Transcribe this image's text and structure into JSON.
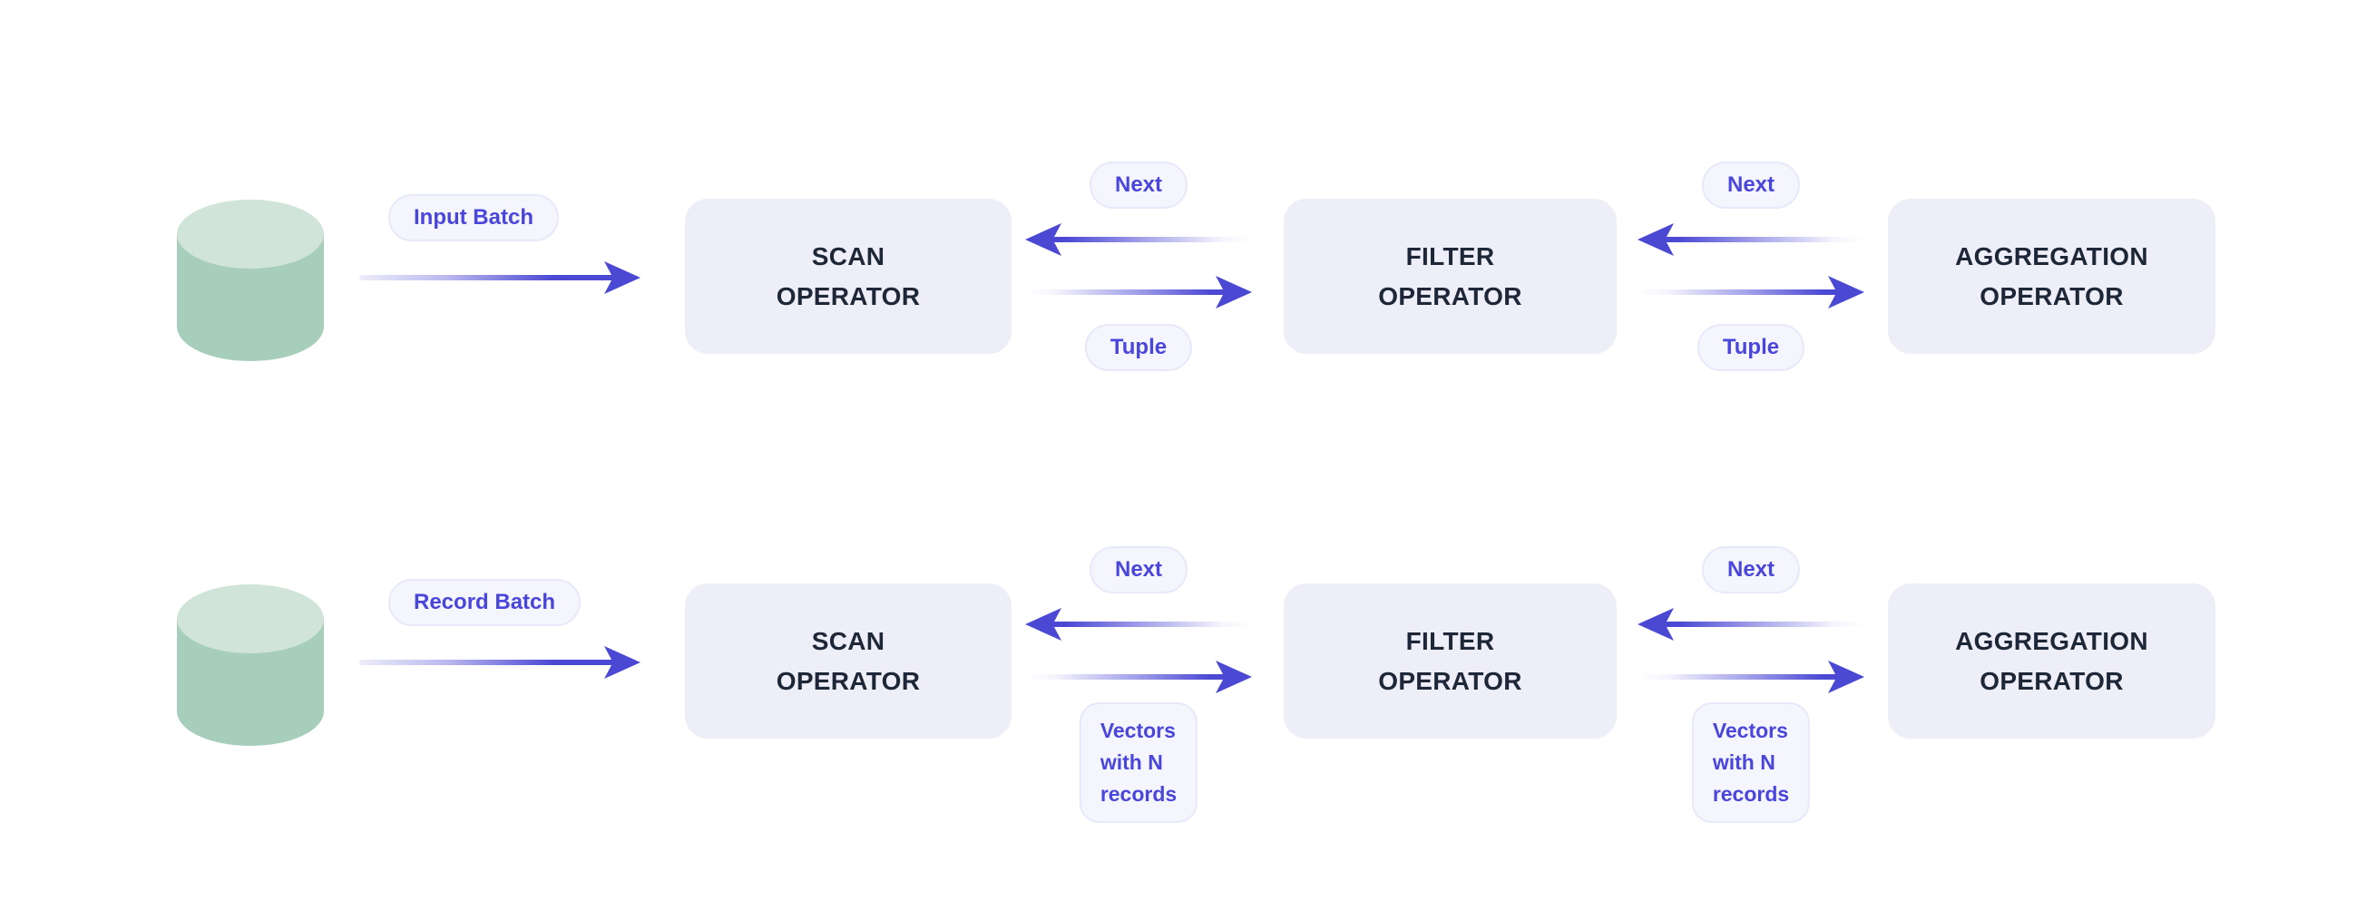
{
  "diagram": {
    "rows": [
      {
        "source_icon": "database-cylinder",
        "source_label": "Input Batch",
        "operators": [
          {
            "line1": "SCAN",
            "line2": "OPERATOR"
          },
          {
            "line1": "FILTER",
            "line2": "OPERATOR"
          },
          {
            "line1": "AGGREGATION",
            "line2": "OPERATOR"
          }
        ],
        "links": [
          {
            "call_label": "Next",
            "return_label": "Tuple"
          },
          {
            "call_label": "Next",
            "return_label": "Tuple"
          }
        ]
      },
      {
        "source_icon": "database-cylinder",
        "source_label": "Record Batch",
        "operators": [
          {
            "line1": "SCAN",
            "line2": "OPERATOR"
          },
          {
            "line1": "FILTER",
            "line2": "OPERATOR"
          },
          {
            "line1": "AGGREGATION",
            "line2": "OPERATOR"
          }
        ],
        "links": [
          {
            "call_label": "Next",
            "return_lines": [
              "Vectors",
              "with N",
              "records"
            ]
          },
          {
            "call_label": "Next",
            "return_lines": [
              "Vectors",
              "with N",
              "records"
            ]
          }
        ]
      }
    ]
  },
  "colors": {
    "arrow": "#4b48d4",
    "operator_box_bg": "#eeeef9",
    "operator_text": "#1e2737",
    "pill_bg": "#f4f5fd",
    "pill_border": "#e7e9fa",
    "pill_text": "#4a46db",
    "cylinder_top": "#d1e4d9",
    "cylinder_body": "#a7ceba",
    "background": "#ffffff"
  }
}
